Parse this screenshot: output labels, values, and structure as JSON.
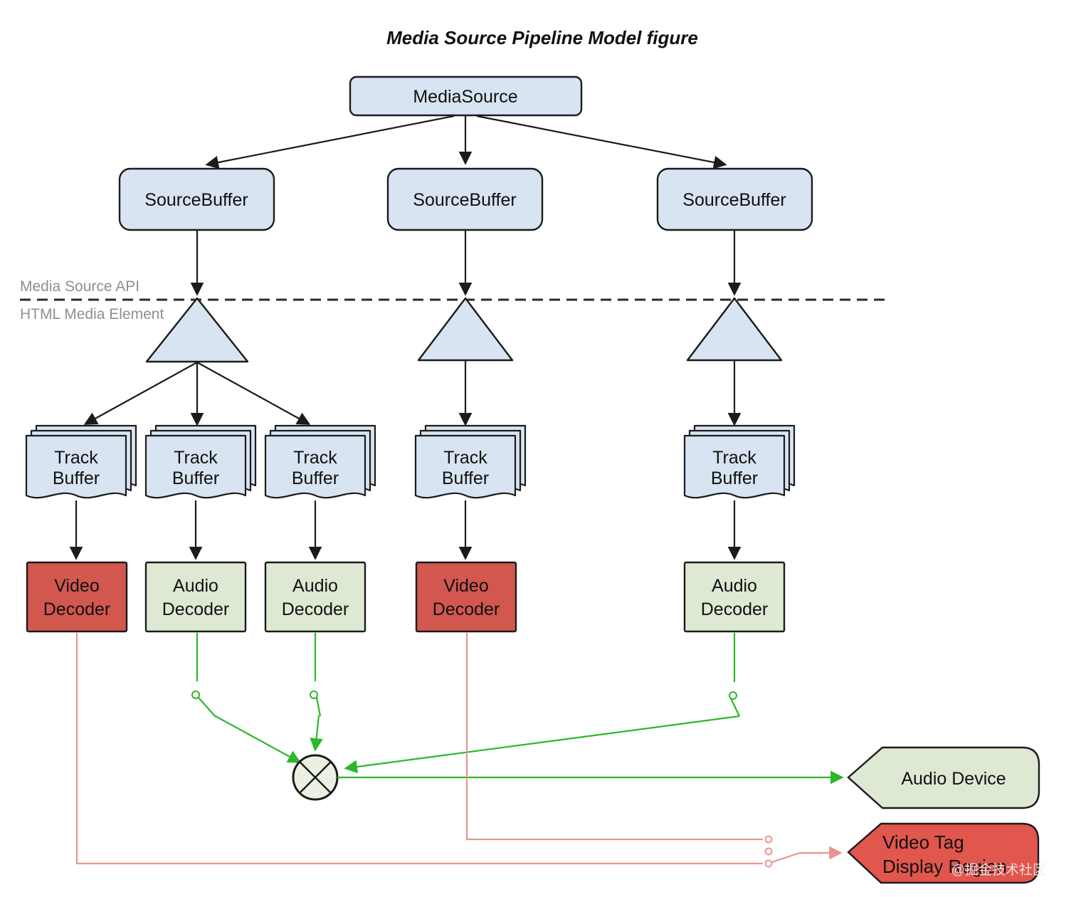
{
  "title": "Media Source Pipeline Model figure",
  "layer_labels": {
    "above_line": "Media Source API",
    "below_line": "HTML Media Element"
  },
  "nodes": {
    "media_source": {
      "label": "MediaSource"
    },
    "source_buffers": [
      {
        "label": "SourceBuffer"
      },
      {
        "label": "SourceBuffer"
      },
      {
        "label": "SourceBuffer"
      }
    ],
    "track_buffers": [
      {
        "line1": "Track",
        "line2": "Buffer"
      },
      {
        "line1": "Track",
        "line2": "Buffer"
      },
      {
        "line1": "Track",
        "line2": "Buffer"
      },
      {
        "line1": "Track",
        "line2": "Buffer"
      },
      {
        "line1": "Track",
        "line2": "Buffer"
      }
    ],
    "decoders": [
      {
        "line1": "Video",
        "line2": "Decoder",
        "kind": "video"
      },
      {
        "line1": "Audio",
        "line2": "Decoder",
        "kind": "audio"
      },
      {
        "line1": "Audio",
        "line2": "Decoder",
        "kind": "audio"
      },
      {
        "line1": "Video",
        "line2": "Decoder",
        "kind": "video"
      },
      {
        "line1": "Audio",
        "line2": "Decoder",
        "kind": "audio"
      }
    ],
    "outputs": {
      "audio_device": {
        "label": "Audio Device"
      },
      "video_display": {
        "line1": "Video Tag",
        "line2": "Display Region"
      }
    }
  },
  "colors": {
    "blue_fill": "#d9e4f2",
    "audio_fill": "#dee9d3",
    "video_fill": "#d2574f",
    "display_fill": "#e1564d",
    "mixer_fill": "#ebf1e2",
    "wire_green": "#2cb72c",
    "wire_red": "#e99490"
  },
  "watermark": "@掘金技术社区"
}
